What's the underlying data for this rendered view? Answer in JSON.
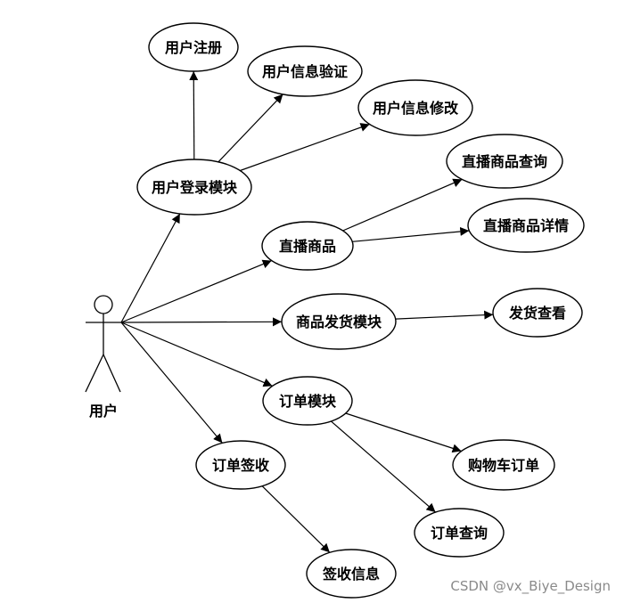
{
  "actor": {
    "label": "用户"
  },
  "use_cases": {
    "register": "用户注册",
    "verify": "用户信息验证",
    "modify": "用户信息修改",
    "login": "用户登录模块",
    "live_query": "直播商品查询",
    "live_goods": "直播商品",
    "live_detail": "直播商品详情",
    "shipping": "商品发货模块",
    "ship_view": "发货查看",
    "order": "订单模块",
    "cart_order": "购物车订单",
    "order_query": "订单查询",
    "sign": "订单签收",
    "sign_info": "签收信息"
  },
  "relations": [
    [
      "actor",
      "login"
    ],
    [
      "actor",
      "live_goods"
    ],
    [
      "actor",
      "shipping"
    ],
    [
      "actor",
      "order"
    ],
    [
      "actor",
      "sign"
    ],
    [
      "login",
      "register"
    ],
    [
      "login",
      "verify"
    ],
    [
      "login",
      "modify"
    ],
    [
      "live_goods",
      "live_query"
    ],
    [
      "live_goods",
      "live_detail"
    ],
    [
      "shipping",
      "ship_view"
    ],
    [
      "order",
      "cart_order"
    ],
    [
      "order",
      "order_query"
    ],
    [
      "sign",
      "sign_info"
    ]
  ],
  "watermark": "CSDN @vx_Biye_Design"
}
